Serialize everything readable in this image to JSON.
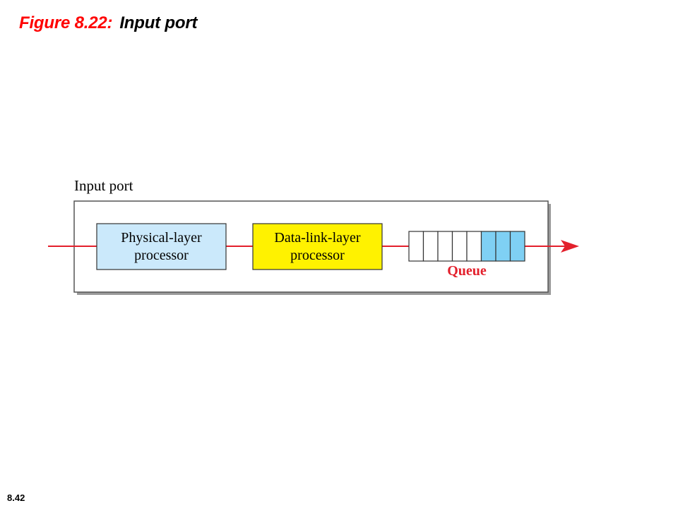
{
  "slide": {
    "figure_label": "Figure 8.22:",
    "title": "Input port",
    "page_number": "8.42"
  },
  "diagram": {
    "port_label": "Input port",
    "physical_processor": {
      "line1": "Physical-layer",
      "line2": "processor",
      "fill": "#cbe9fb"
    },
    "datalink_processor": {
      "line1": "Data-link-layer",
      "line2": "processor",
      "fill": "#fff200"
    },
    "queue": {
      "label": "Queue",
      "total_cells": 8,
      "filled_cells": 3,
      "fill_color": "#7fd0f4"
    },
    "colors": {
      "flow_line": "#e3202c",
      "queue_label": "#e3202c",
      "box_shadow": "#9a9a9a"
    }
  }
}
